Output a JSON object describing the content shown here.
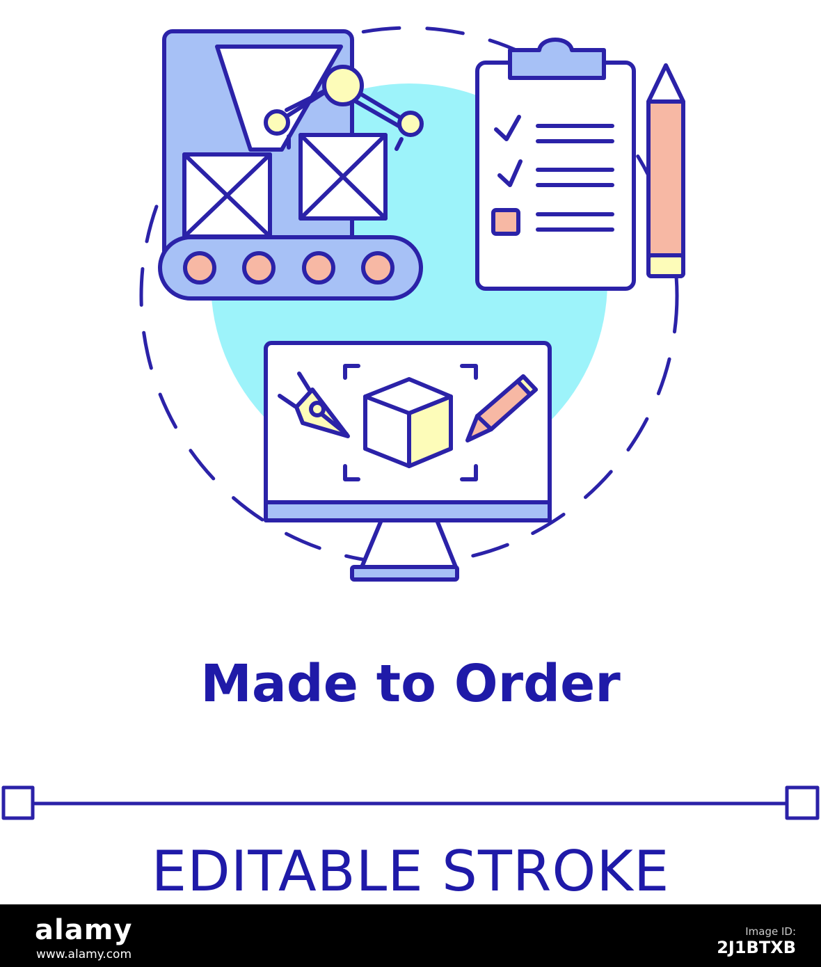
{
  "illustration": {
    "colors": {
      "stroke": "#2b22a8",
      "machine_fill": "#a7c1f6",
      "circle_fill": "#9df3fa",
      "roller_fill": "#f7b8a4",
      "joint_fill": "#fdfcb9",
      "cube_side_fill": "#fdfcb9",
      "pencil_fill": "#f7b8a4",
      "check_box_fill": "#f7b8a4"
    },
    "icons": [
      "conveyor-robot-arm-icon",
      "checklist-clipboard-icon",
      "pencil-icon",
      "computer-monitor-icon",
      "pen-nib-icon",
      "cube-icon",
      "edit-pencil-icon"
    ]
  },
  "title": "Made to Order",
  "editable_stroke_label": "EDITABLE STROKE",
  "footer": {
    "logo": "alamy",
    "image_id_label": "Image ID:",
    "image_id": "2J1BTXB",
    "url": "www.alamy.com"
  }
}
